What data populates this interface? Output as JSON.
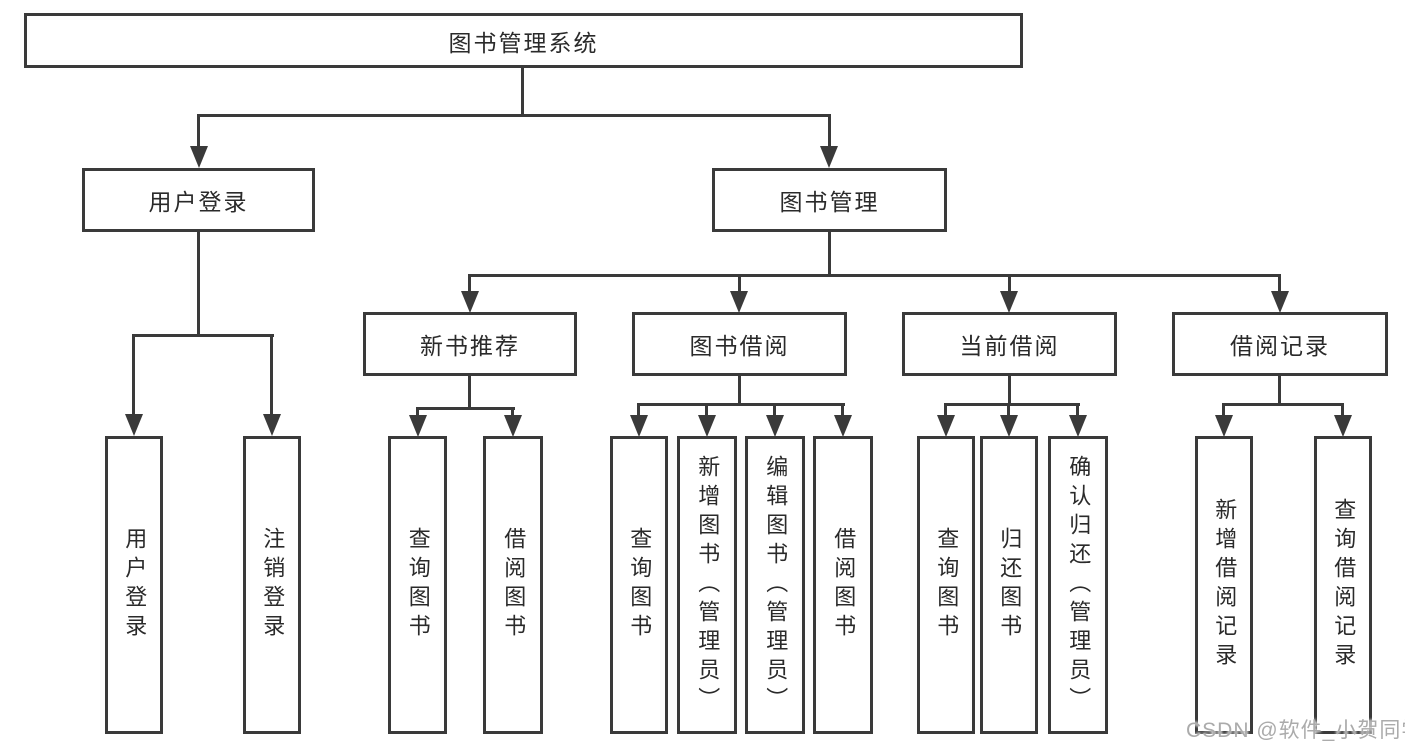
{
  "tree": {
    "root": {
      "label": "图书管理系统",
      "children": [
        {
          "label": "用户登录",
          "children": [
            {
              "label": "用户登录"
            },
            {
              "label": "注销登录"
            }
          ]
        },
        {
          "label": "图书管理",
          "children": [
            {
              "label": "新书推荐",
              "children": [
                {
                  "label": "查询图书"
                },
                {
                  "label": "借阅图书"
                }
              ]
            },
            {
              "label": "图书借阅",
              "children": [
                {
                  "label": "查询图书"
                },
                {
                  "label": "新增图书（管理员）"
                },
                {
                  "label": "编辑图书（管理员）"
                },
                {
                  "label": "借阅图书"
                }
              ]
            },
            {
              "label": "当前借阅",
              "children": [
                {
                  "label": "查询图书"
                },
                {
                  "label": "归还图书"
                },
                {
                  "label": "确认归还（管理员）"
                }
              ]
            },
            {
              "label": "借阅记录",
              "children": [
                {
                  "label": "新增借阅记录"
                },
                {
                  "label": "查询借阅记录"
                }
              ]
            }
          ]
        }
      ]
    }
  },
  "watermark": {
    "text": "CSDN @软件_小贺同学"
  },
  "colors": {
    "line": "#3a3a3a",
    "text": "#2a2a2a",
    "watermark": "#ababab",
    "background": "#ffffff"
  }
}
